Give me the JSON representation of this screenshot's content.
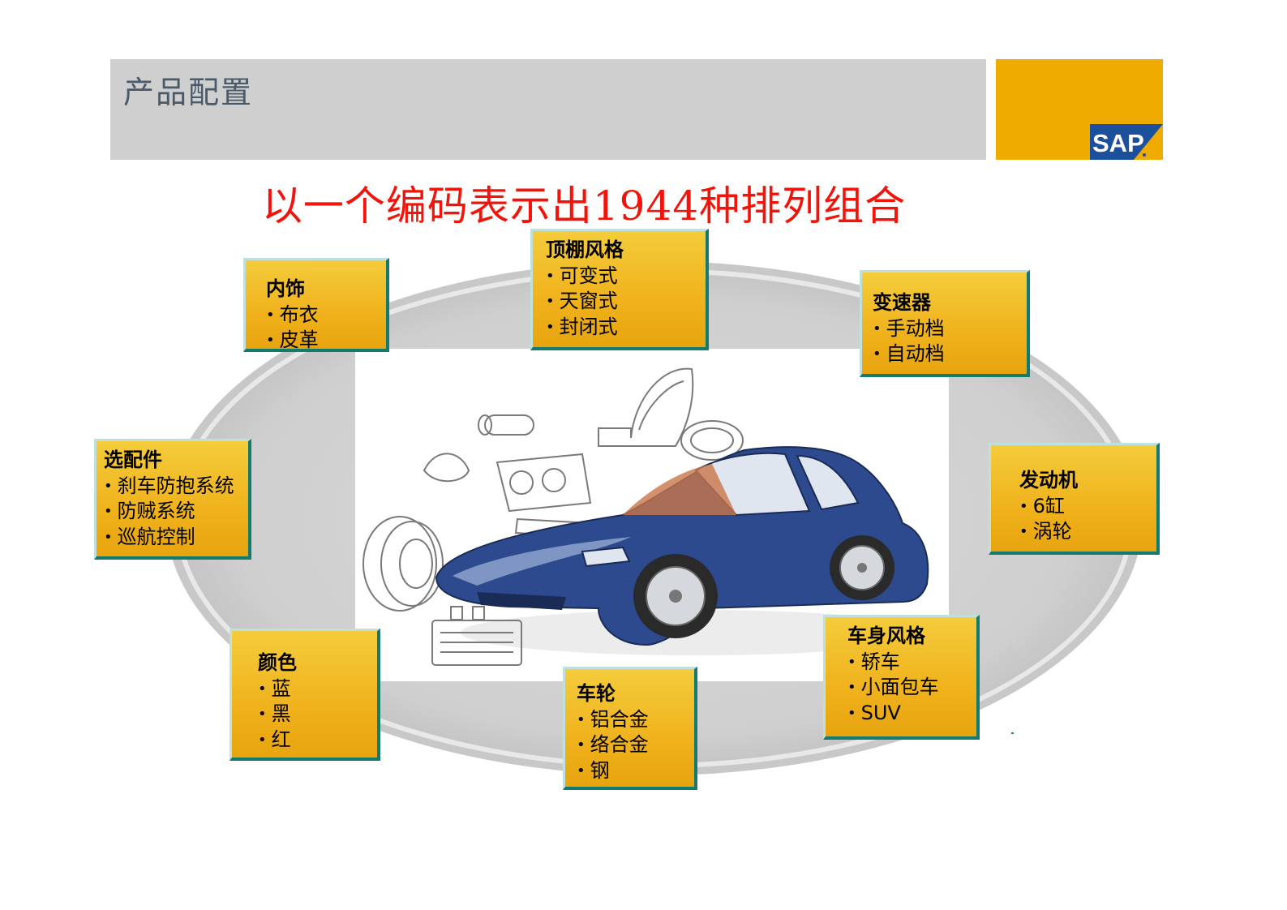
{
  "header": {
    "title": "产品配置",
    "logo_text": "SAP"
  },
  "slide": {
    "title": "以一个编码表示出1944种排列组合"
  },
  "colors": {
    "header_bar": "#cfcfcf",
    "logo_bg": "#f0ab00",
    "logo_blue": "#1c4f9c",
    "title_red": "#f2140a",
    "box_gold": "#f0b21c",
    "box_border_dark": "#147a6c",
    "car_blue": "#2d4a8e"
  },
  "options": [
    {
      "key": "interior",
      "title": "内饰",
      "items": [
        "布衣",
        "皮革"
      ]
    },
    {
      "key": "roof",
      "title": "顶棚风格",
      "items": [
        "可变式",
        "天窗式",
        "封闭式"
      ]
    },
    {
      "key": "transmission",
      "title": "变速器",
      "items": [
        "手动档",
        "自动档"
      ]
    },
    {
      "key": "accessories",
      "title": "选配件",
      "items": [
        "刹车防抱系统",
        "防贼系统",
        "巡航控制"
      ]
    },
    {
      "key": "engine",
      "title": "发动机",
      "items": [
        "6缸",
        "涡轮"
      ]
    },
    {
      "key": "color",
      "title": "颜色",
      "items": [
        "蓝",
        "黑",
        "红"
      ]
    },
    {
      "key": "wheels",
      "title": "车轮",
      "items": [
        "铝合金",
        "络合金",
        "钢"
      ]
    },
    {
      "key": "body",
      "title": "车身风格",
      "items": [
        "轿车",
        "小面包车",
        "SUV"
      ]
    }
  ]
}
